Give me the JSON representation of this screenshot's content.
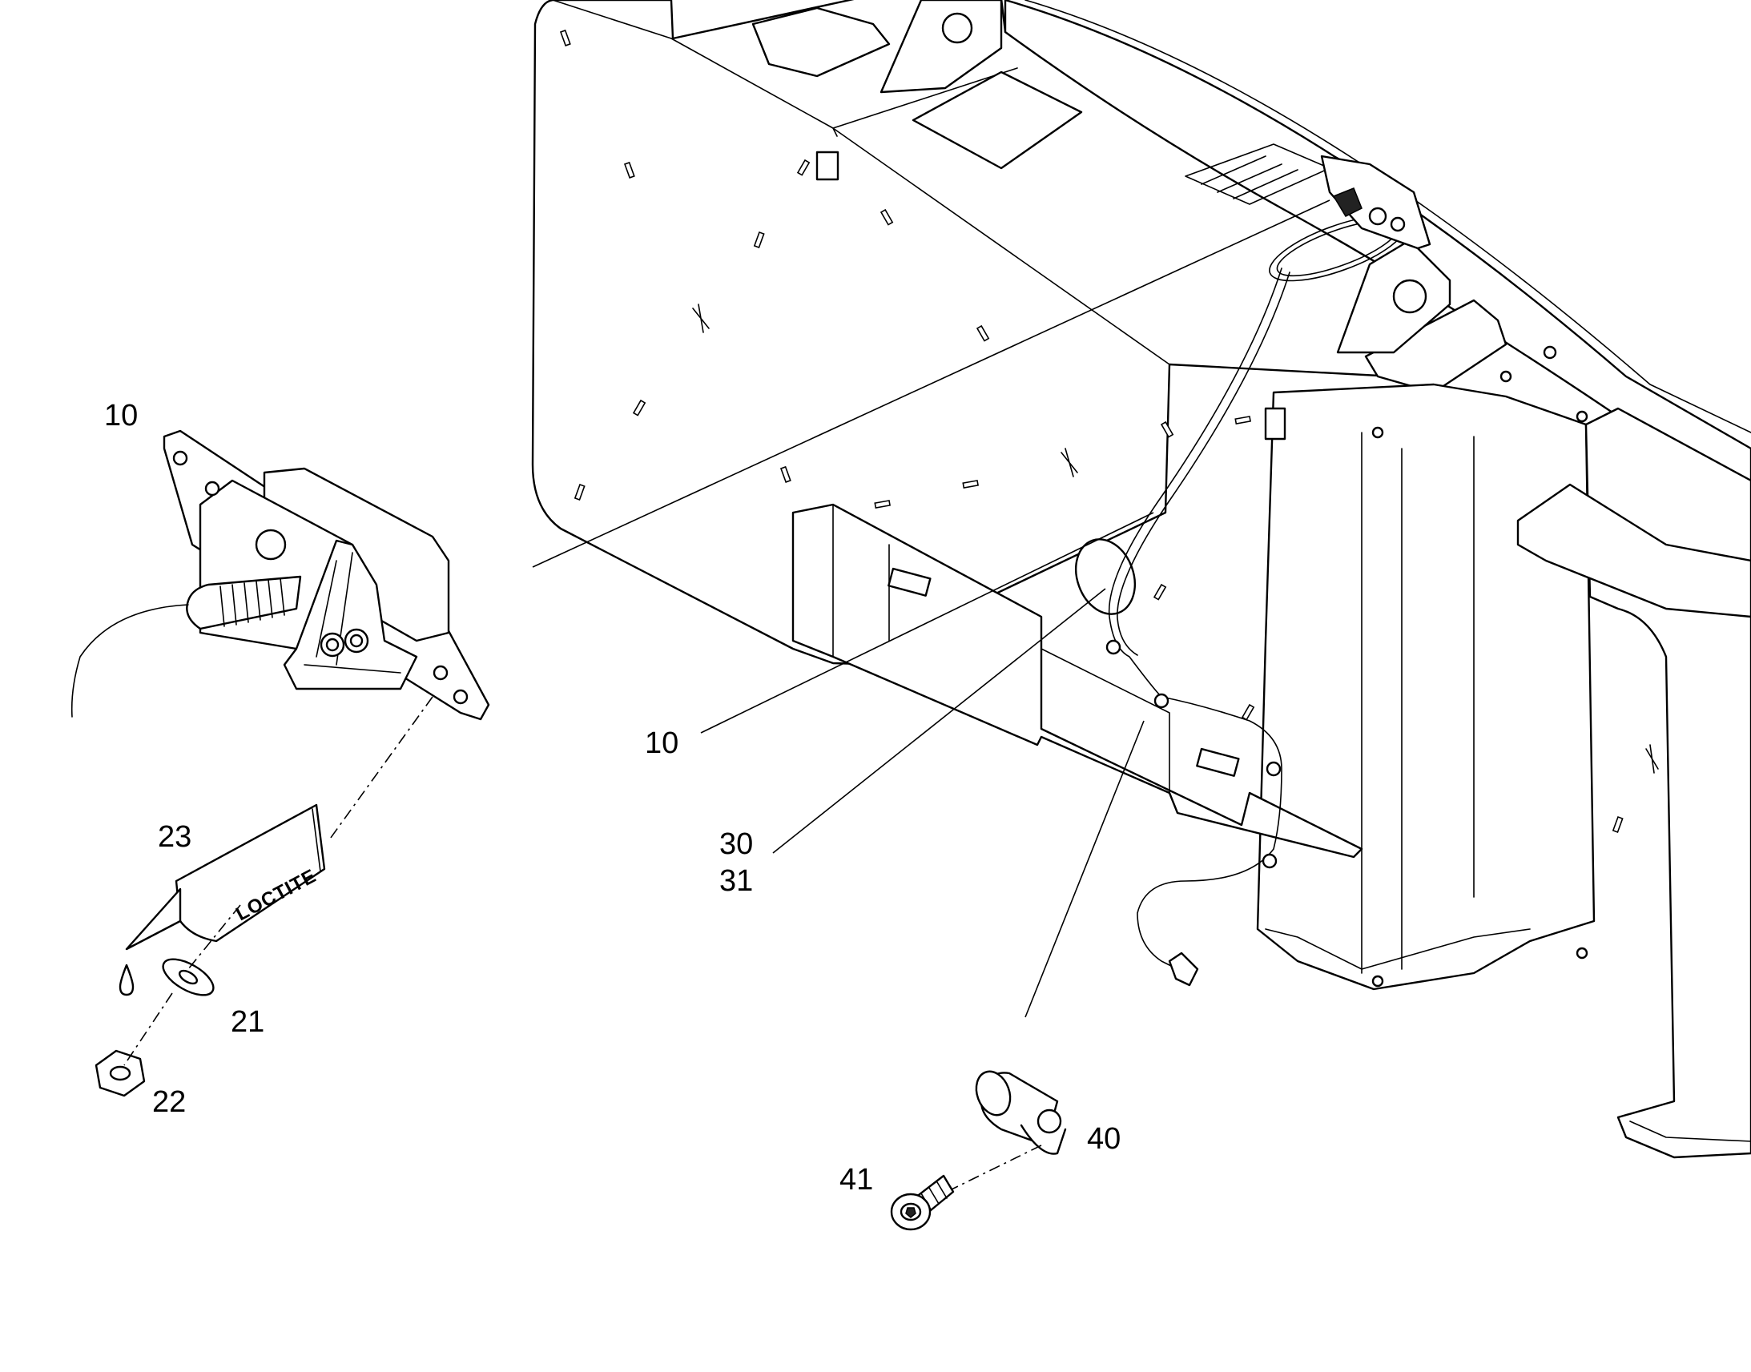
{
  "callouts": [
    {
      "id": "10a",
      "label": "10"
    },
    {
      "id": "10b",
      "label": "10"
    },
    {
      "id": "23",
      "label": "23"
    },
    {
      "id": "21",
      "label": "21"
    },
    {
      "id": "22",
      "label": "22"
    },
    {
      "id": "30",
      "label": "30"
    },
    {
      "id": "31",
      "label": "31"
    },
    {
      "id": "40",
      "label": "40"
    },
    {
      "id": "41",
      "label": "41"
    }
  ],
  "tube_text": "LOCTITE"
}
